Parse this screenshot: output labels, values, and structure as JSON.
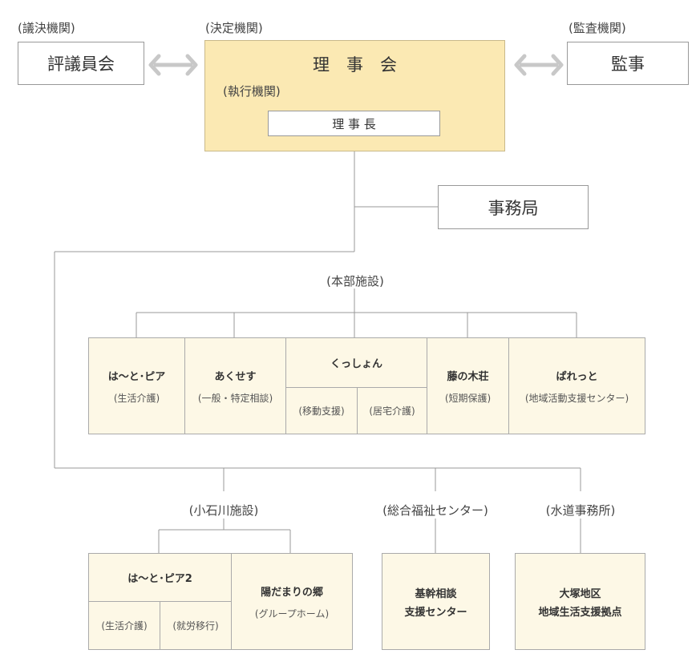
{
  "top": {
    "giketsu_label": "(議決機関)",
    "kettei_label": "(決定機関)",
    "kansa_label": "(監査機関)",
    "hyogiinkai": "評議員会",
    "rijikai": "理　事　会",
    "shikko_label": "(執行機関)",
    "rijicho": "理 事 長",
    "kanji": "監事"
  },
  "jimukyoku": "事務局",
  "honbu": {
    "label": "(本部施設)",
    "facilities": [
      {
        "name": "は〜と･ピア",
        "sub": "(生活介護)"
      },
      {
        "name": "あくせす",
        "sub": "(一般・特定相談)"
      },
      {
        "name": "くっしょん",
        "subs": [
          "(移動支援)",
          "(居宅介護)"
        ]
      },
      {
        "name": "藤の木荘",
        "sub": "(短期保護)"
      },
      {
        "name": "ぱれっと",
        "sub": "(地域活動支援センター)"
      }
    ]
  },
  "koishikawa": {
    "label": "(小石川施設)",
    "facilities": [
      {
        "name": "は〜と･ピア2",
        "subs": [
          "(生活介護)",
          "(就労移行)"
        ]
      },
      {
        "name": "陽だまりの郷",
        "sub": "(グループホーム)"
      }
    ]
  },
  "sogo": {
    "label": "(総合福祉センター)",
    "line1": "基幹相談",
    "line2": "支援センター"
  },
  "suido": {
    "label": "(水道事務所)",
    "line1": "大塚地区",
    "line2": "地域生活支援拠点"
  },
  "colors": {
    "rijikai_fill": "#fbe9b3",
    "cream_fill": "#fdf8e6",
    "arrow": "#c8c8c8",
    "line": "#999999"
  }
}
